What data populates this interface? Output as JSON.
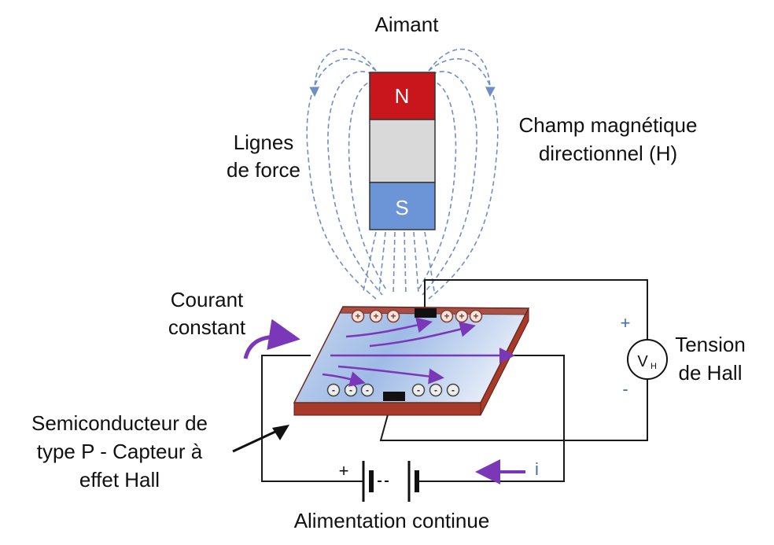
{
  "labels": {
    "magnet": "Aimant",
    "field_lines": [
      "Lignes",
      "de force"
    ],
    "field": [
      "Champ magnétique",
      "directionnel (H)"
    ],
    "current": [
      "Courant",
      "constant"
    ],
    "hall_voltage": [
      "Tension",
      "de Hall"
    ],
    "sensor": [
      "Semiconducteur de",
      "type P - Capteur à",
      "effet Hall"
    ],
    "supply": "Alimentation continue"
  },
  "magnet": {
    "north": "N",
    "south": "S",
    "colors": {
      "north": "#c8161c",
      "middle": "#d9d9d9",
      "south": "#6b95d6"
    }
  },
  "voltmeter": {
    "symbol": "V",
    "subscript": "H"
  },
  "signs": {
    "plus_right": "+",
    "minus_right": "-",
    "battery_plus": "+",
    "current_symbol": "i",
    "positive_charge": "+",
    "negative_charge": "-"
  },
  "colors": {
    "field_line": "#6f8fc4",
    "arrow": "#7a38b8",
    "plate_edge": "#a83a2a",
    "sign": "#3f6fb0",
    "wire": "#1a1a1a"
  },
  "icons": [
    "magnet-icon",
    "voltmeter-icon",
    "battery-icon",
    "arrow-icon"
  ]
}
